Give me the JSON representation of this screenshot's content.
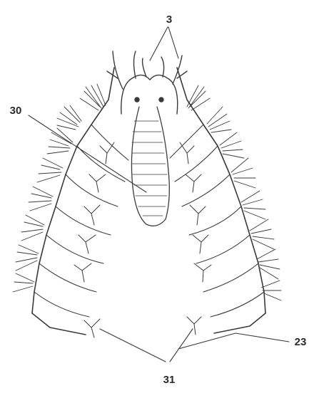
{
  "figure": {
    "labels": {
      "l3": "3",
      "l30": "30",
      "l23": "23",
      "l31": "31"
    },
    "colors": {
      "ink": "#3a3a3a",
      "background": "#ffffff"
    }
  }
}
